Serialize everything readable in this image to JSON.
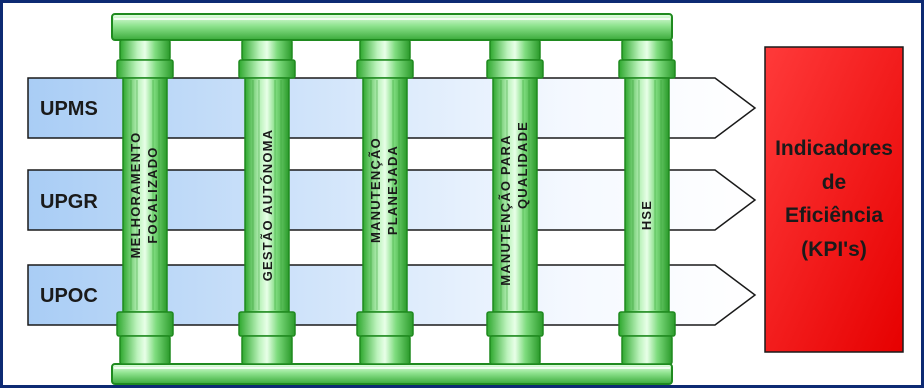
{
  "units": [
    "UPMS",
    "UPGR",
    "UPOC"
  ],
  "pillars": [
    [
      "MELHORAMENTO",
      "FOCALIZADO"
    ],
    [
      "GESTÃO AUTÓNOMA"
    ],
    [
      "MANUTENÇÃO",
      "PLANEJADA"
    ],
    [
      "MANUTENÇÃO PARA",
      "QUALIDADE"
    ],
    [
      "HSE"
    ]
  ],
  "kpi": {
    "lines": [
      "Indicadores",
      "de",
      "Eficiência",
      "(KPI's)"
    ],
    "color": "#ff1a1a"
  },
  "colors": {
    "pillar": "#5fd35f",
    "pillar_dark": "#1f8a1f",
    "arrow_start": "#a9cdf5",
    "arrow_end": "#ffffff",
    "frame": "#0d2a73"
  }
}
